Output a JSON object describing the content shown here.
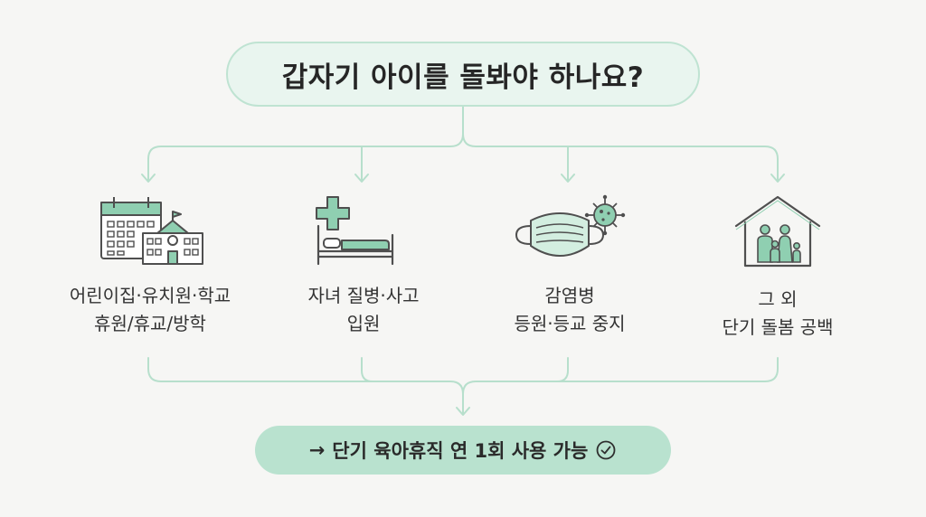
{
  "question": "갑자기 아이를 돌봐야 하나요?",
  "items": [
    {
      "icon": "school-calendar-icon",
      "lines": [
        "어린이집·유치원·학교",
        "휴원/휴교/방학"
      ]
    },
    {
      "icon": "hospital-bed-icon",
      "lines": [
        "자녀 질병·사고",
        "입원"
      ]
    },
    {
      "icon": "mask-virus-icon",
      "lines": [
        "감염병",
        "등원·등교 중지"
      ]
    },
    {
      "icon": "family-house-icon",
      "lines": [
        "그 외",
        "단기 돌봄 공백"
      ]
    }
  ],
  "result": {
    "arrow": "→",
    "text": "단기 육아휴직 연 1회 사용 가능",
    "icon": "check-circle-icon"
  },
  "colors": {
    "accent": "#8fcfb1",
    "light_accent": "#e9f5ef",
    "result_fill": "#b9e2cf",
    "line": "#b7dfcc",
    "icon_stroke": "#4f4f4f",
    "background": "#f6f6f4"
  }
}
